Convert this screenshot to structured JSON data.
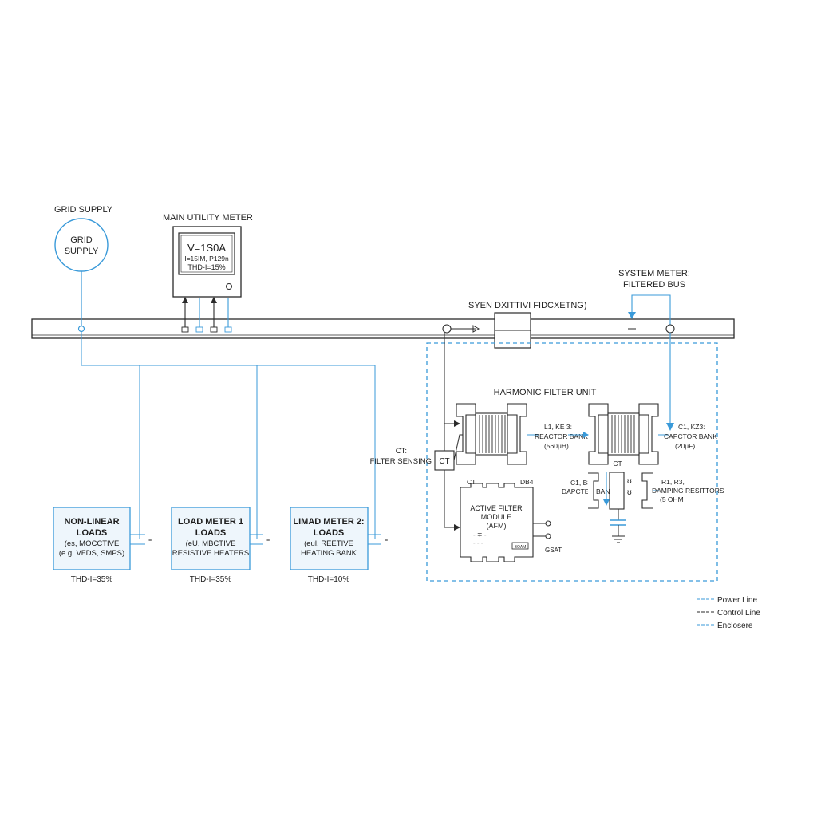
{
  "grid": {
    "title": "GRID SUPPLY",
    "circle_line1": "GRID",
    "circle_line2": "SUPPLY"
  },
  "main_meter": {
    "title": "MAIN UTILITY METER",
    "display_line1": "V=1S0A",
    "display_line2": "I=15IM, P129n",
    "display_line3": "THD-I=15%"
  },
  "system_meter": {
    "title_line1": "SYSTEM METER:",
    "title_line2": "FILTERED BUS"
  },
  "bus_label": "SYEN DXITTIVI FIDCXETNG)",
  "ct_sensing": {
    "label_line1": "CT:",
    "label_line2": "FILTER SENSING",
    "box_label": "CT"
  },
  "harmonic_filter": {
    "title": "HARMONIC FILTER UNIT",
    "reactor_line1": "L1, KE 3:",
    "reactor_line2": "REACTOR BANK",
    "reactor_line3": "(560μH)",
    "capacitor_line1": "C1, KZ3:",
    "capacitor_line2": "CAPCTOR BANK",
    "capacitor_line3": "(20μF)",
    "ct_upper": "CT",
    "ct_lower": "CT",
    "dapcter_line1": "C1, B3",
    "dapcter_line2": "DAPCTER BANK",
    "damping_line1": "R1, R3,",
    "damping_line2": "DAMPING RESITTORS",
    "damping_line3": "(5 OHM",
    "afm_line1": "ACTIVE FILTER",
    "afm_line2": "MODULE",
    "afm_line3": "(AFM)",
    "afm_chip": "DB4",
    "afm_small": "BOAM",
    "afm_side": "GSAT"
  },
  "loads": [
    {
      "line1": "NON-LINEAR",
      "line2": "LOADS",
      "line3": "(es, MOCCTIVE",
      "line4": "(e.g, VFDS, SMPS)",
      "thd": "THD-I=35%"
    },
    {
      "line1": "LOAD METER 1",
      "line2": "LOADS",
      "line3": "(eU, MBCTIVE",
      "line4": "RESISTIVE HEATERS",
      "thd": "THD-I=35%"
    },
    {
      "line1": "LIMAD METER 2:",
      "line2": "LOADS",
      "line3": "(eul, REETIVE",
      "line4": "HEATING BANK",
      "thd": "THD-I=10%"
    }
  ],
  "legend": [
    {
      "label": "Power Line"
    },
    {
      "label": "Control Line"
    },
    {
      "label": "Enclosere"
    }
  ],
  "colors": {
    "accent_blue": "#3a9ad9",
    "line_dark": "#2a2a2a",
    "load_box_fill": "#eef6fc"
  }
}
